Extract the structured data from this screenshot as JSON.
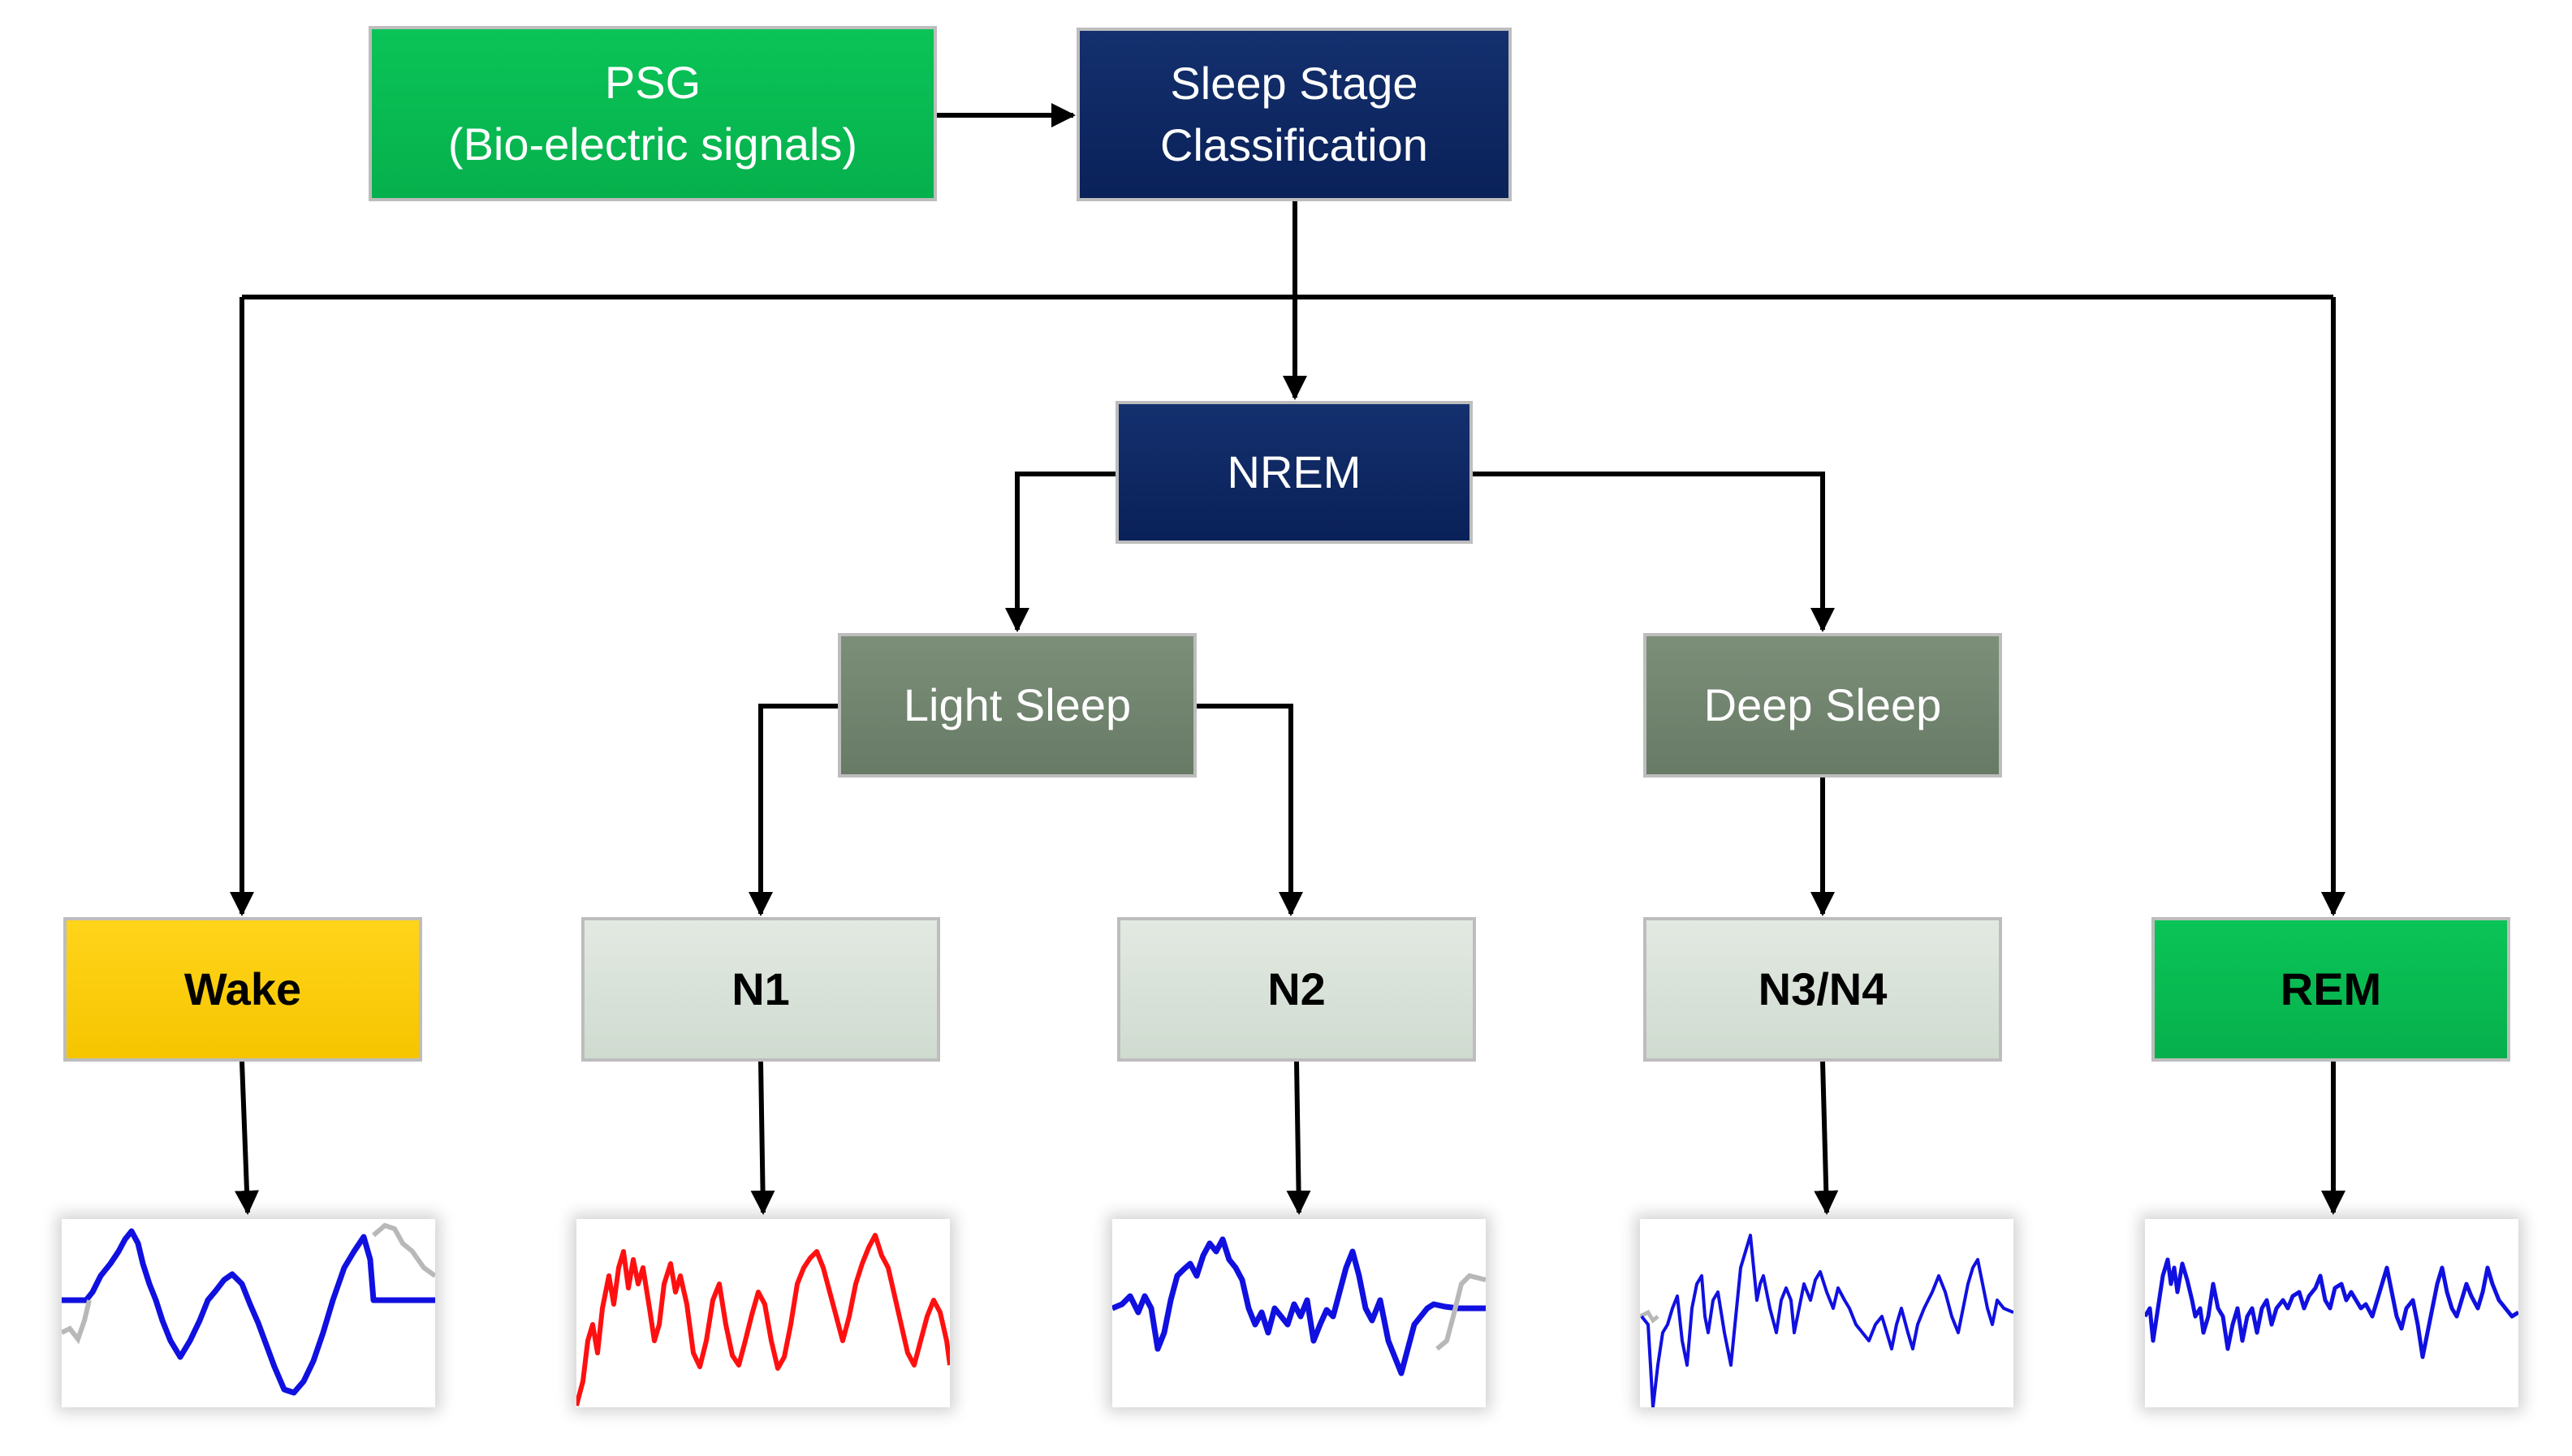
{
  "nodes": {
    "psg": {
      "line1": "PSG",
      "line2": "(Bio-electric signals)"
    },
    "classification": {
      "line1": "Sleep Stage",
      "line2": "Classification"
    },
    "nrem": "NREM",
    "light_sleep": "Light Sleep",
    "deep_sleep": "Deep Sleep",
    "wake": "Wake",
    "n1": "N1",
    "n2": "N2",
    "n3n4": "N3/N4",
    "rem": "REM"
  },
  "colors": {
    "psg": "#08b84f",
    "rem": "#08b84f",
    "classification": "#0b2460",
    "nrem": "#0b2460",
    "sleep_groups": "#708469",
    "wake": "#ffcc00",
    "n_stages": "#d8e1d8",
    "connector": "#000000",
    "waveform_blue": "#1010e0",
    "waveform_red": "#ff1010"
  },
  "waveforms": [
    {
      "stage": "Wake",
      "color": "#1010e0"
    },
    {
      "stage": "N1",
      "color": "#ff1010"
    },
    {
      "stage": "N2",
      "color": "#1010e0"
    },
    {
      "stage": "N3/N4",
      "color": "#1010e0"
    },
    {
      "stage": "REM",
      "color": "#1010e0"
    }
  ]
}
